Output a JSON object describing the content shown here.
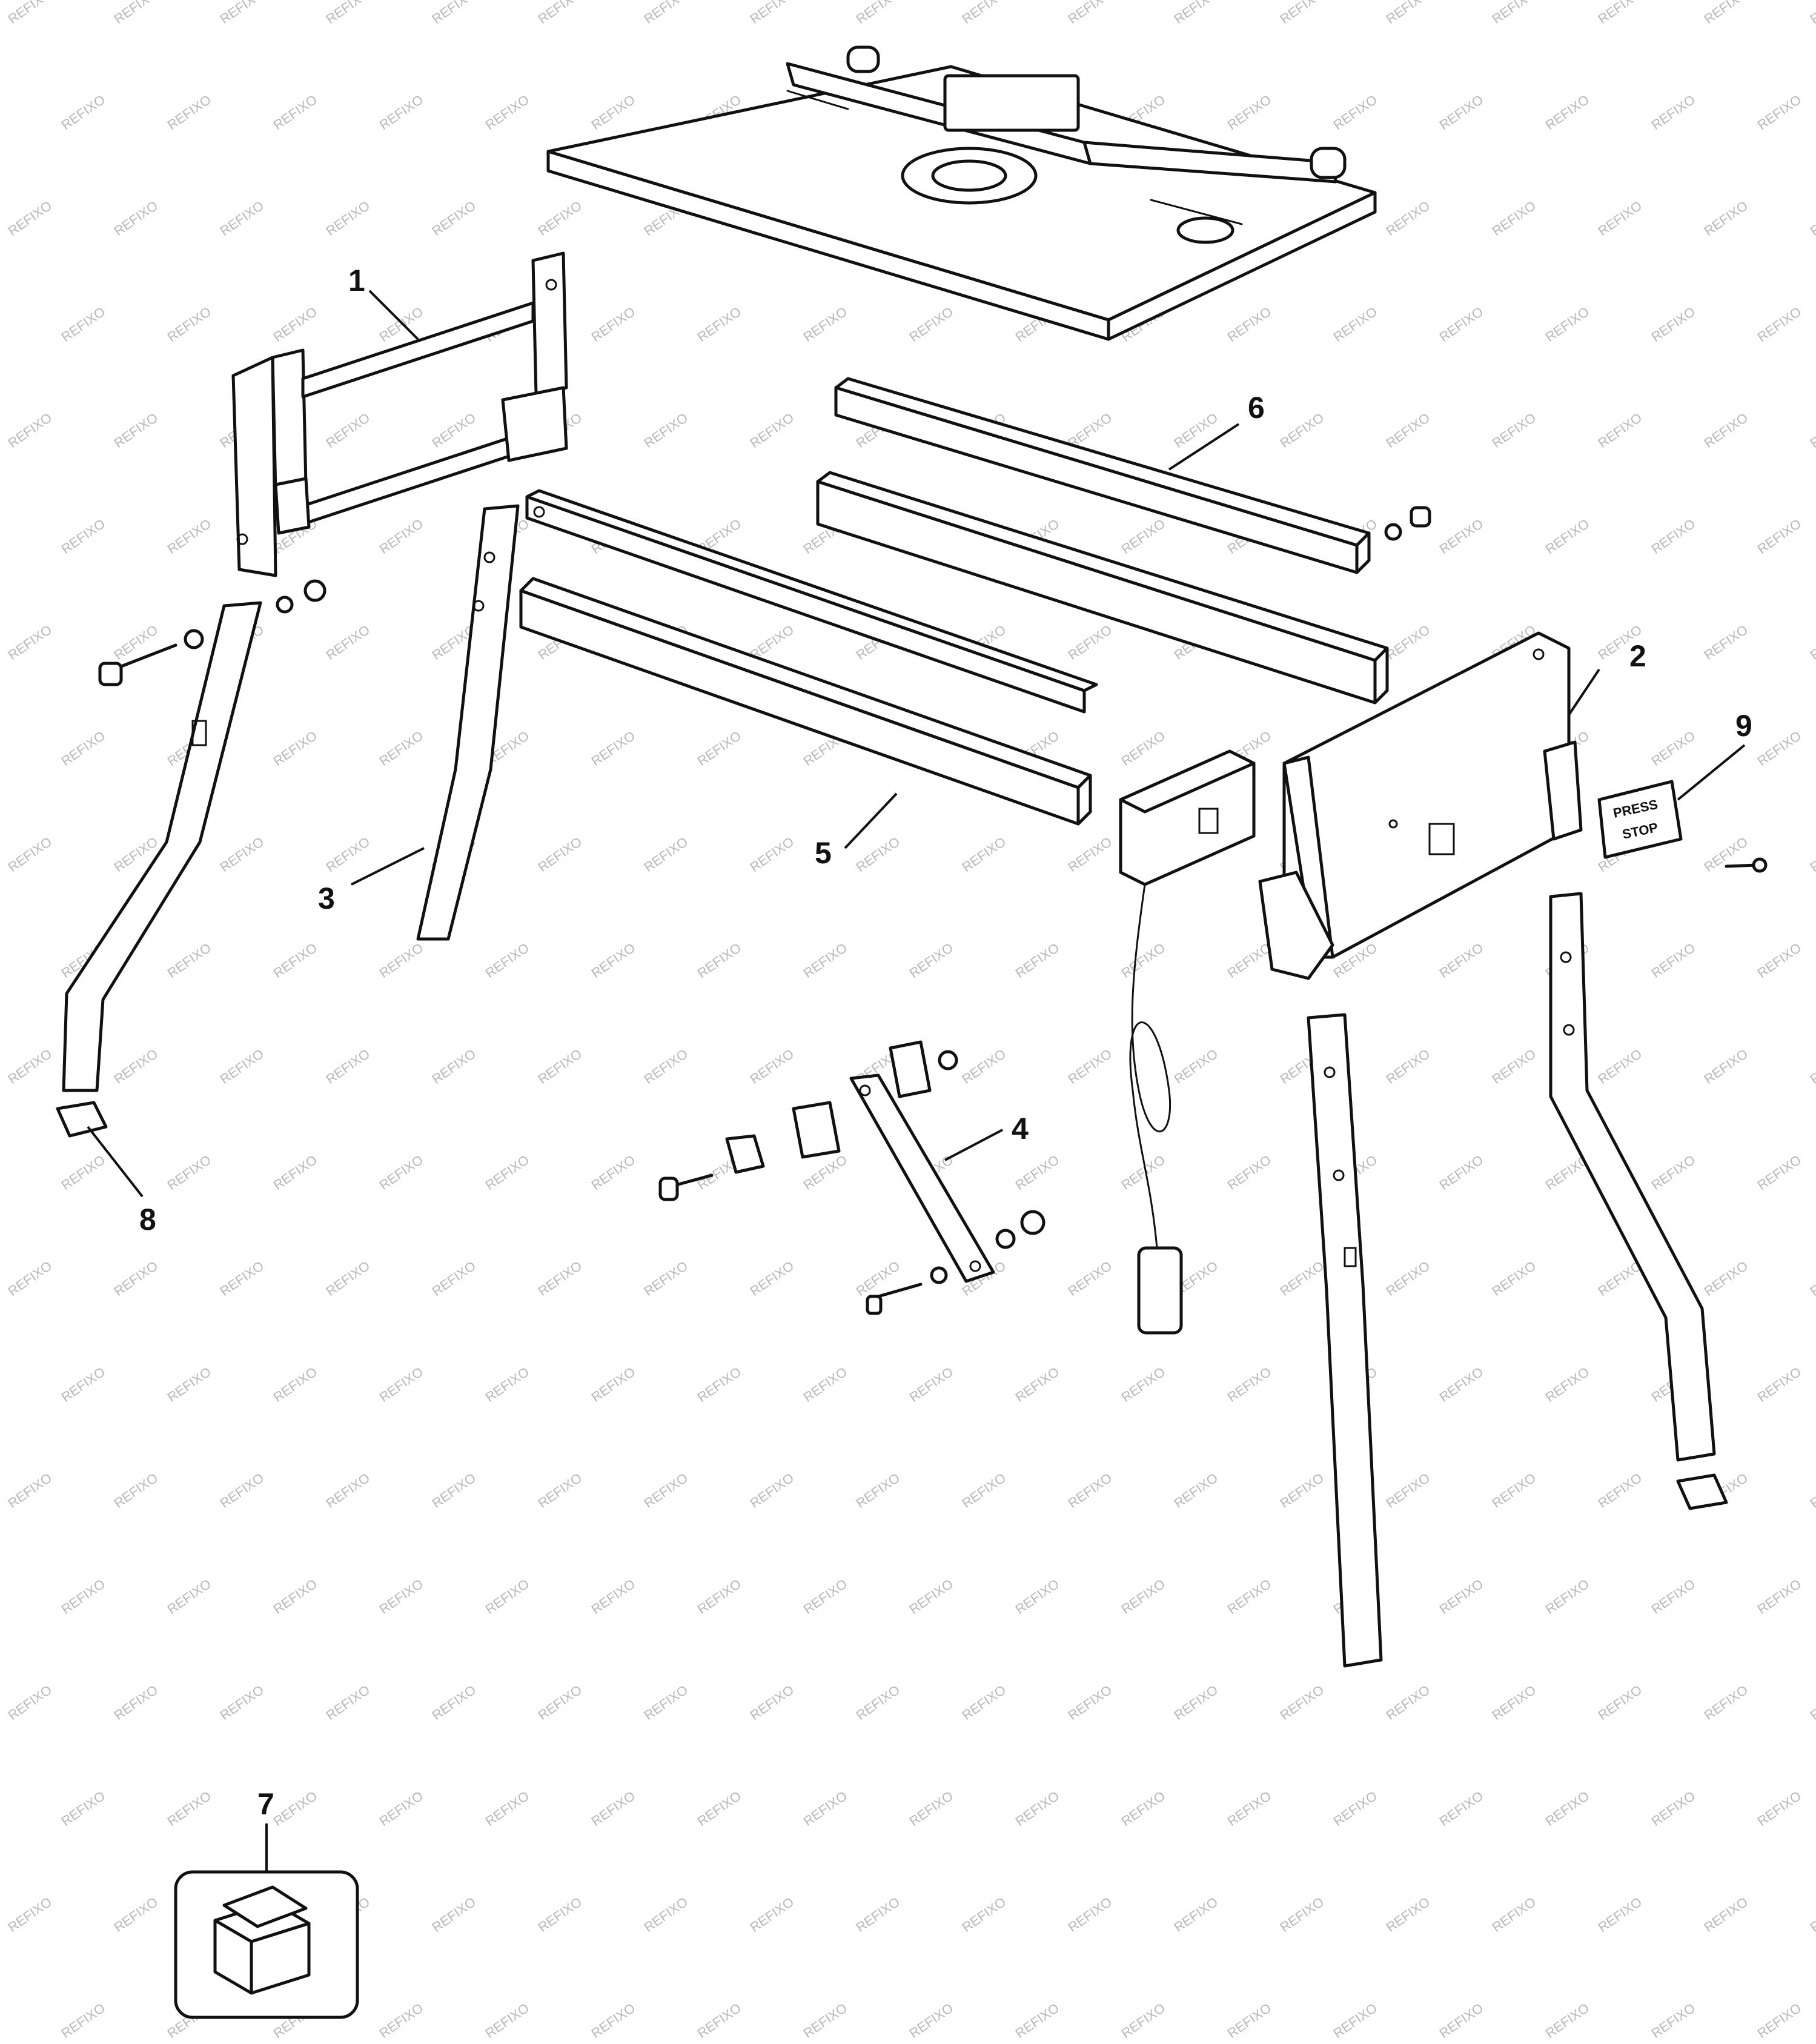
{
  "watermark": "REFIXO",
  "callouts": [
    {
      "id": "1",
      "label": "1"
    },
    {
      "id": "2",
      "label": "2"
    },
    {
      "id": "3",
      "label": "3"
    },
    {
      "id": "4",
      "label": "4"
    },
    {
      "id": "5",
      "label": "5"
    },
    {
      "id": "6",
      "label": "6"
    },
    {
      "id": "7",
      "label": "7"
    },
    {
      "id": "8",
      "label": "8"
    },
    {
      "id": "9",
      "label": "9"
    }
  ],
  "switch_plate_text": [
    "PRESS",
    "STOP"
  ],
  "colors": {
    "line": "#111111",
    "watermark": "#b8b8b8",
    "background": "#ffffff"
  }
}
